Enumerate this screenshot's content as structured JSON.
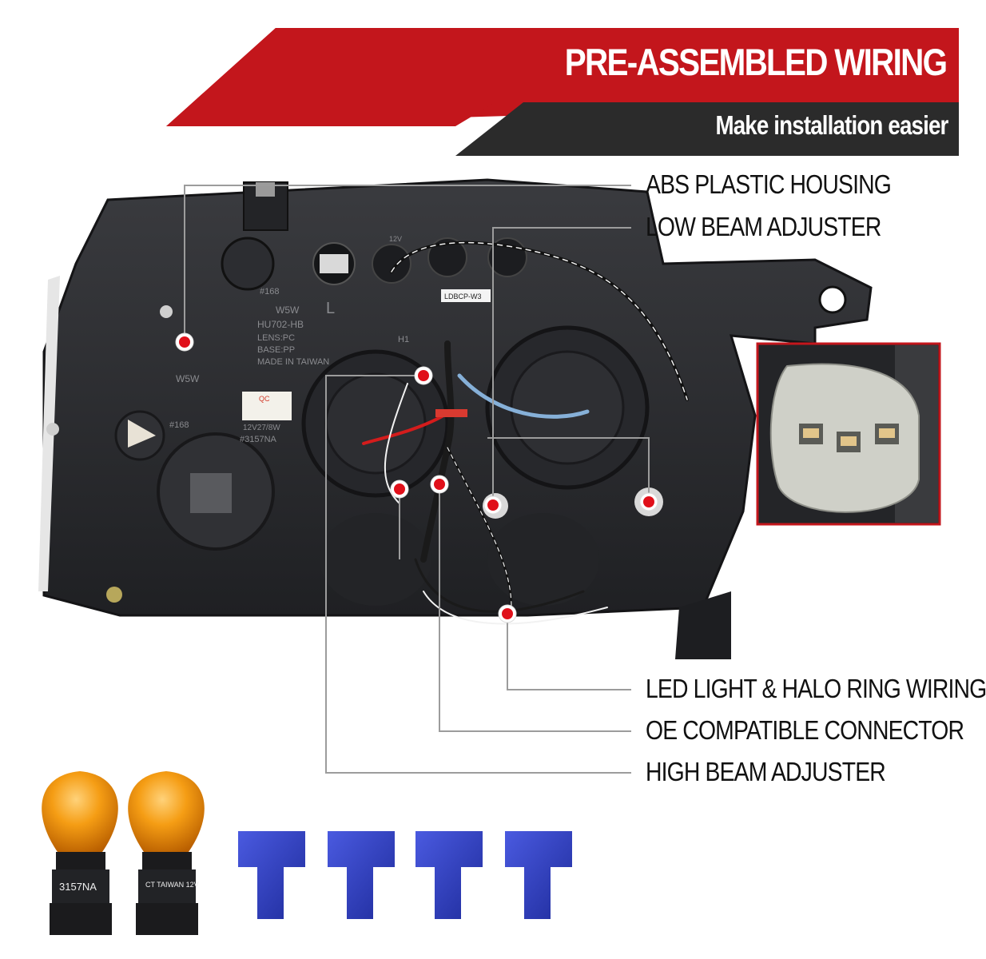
{
  "banner": {
    "headline": "PRE-ASSEMBLED WIRING",
    "subline": "Make installation easier"
  },
  "callouts": {
    "abs_housing": "ABS PLASTIC HOUSING",
    "low_beam": "LOW BEAM ADJUSTER",
    "led_wiring": "LED LIGHT & HALO RING WIRING",
    "oe_connector": "OE COMPATIBLE CONNECTOR",
    "high_beam": "HIGH BEAM ADJUSTER"
  },
  "housing_markings": {
    "w5w_top": "W5W",
    "model": "HU702-HB",
    "lens": "LENS:PC",
    "base": "BASE:PP",
    "made_in": "MADE IN TAIWAN",
    "bulb_168_top": "#168",
    "w5w_left": "W5W",
    "bulb_168_left": "#168",
    "side_letter": "L",
    "qc": "QC",
    "rating": "12V27/8W",
    "bulb_3157": "#3157NA",
    "volt_12": "12V",
    "h1": "H1",
    "label_sticker": "LDBCP-W3"
  },
  "bulb_labels": {
    "left": "3157NA",
    "right": "CT TAIWAN 12V"
  },
  "colors": {
    "banner_red": "#c3161c",
    "banner_dark": "#2b2b2b",
    "housing": "#2a2b2e",
    "marker_red": "#e0101a",
    "bulb_amber": "#f39a12",
    "connector_blue": "#2f3fc4",
    "leader_line": "#9c9c9c"
  }
}
